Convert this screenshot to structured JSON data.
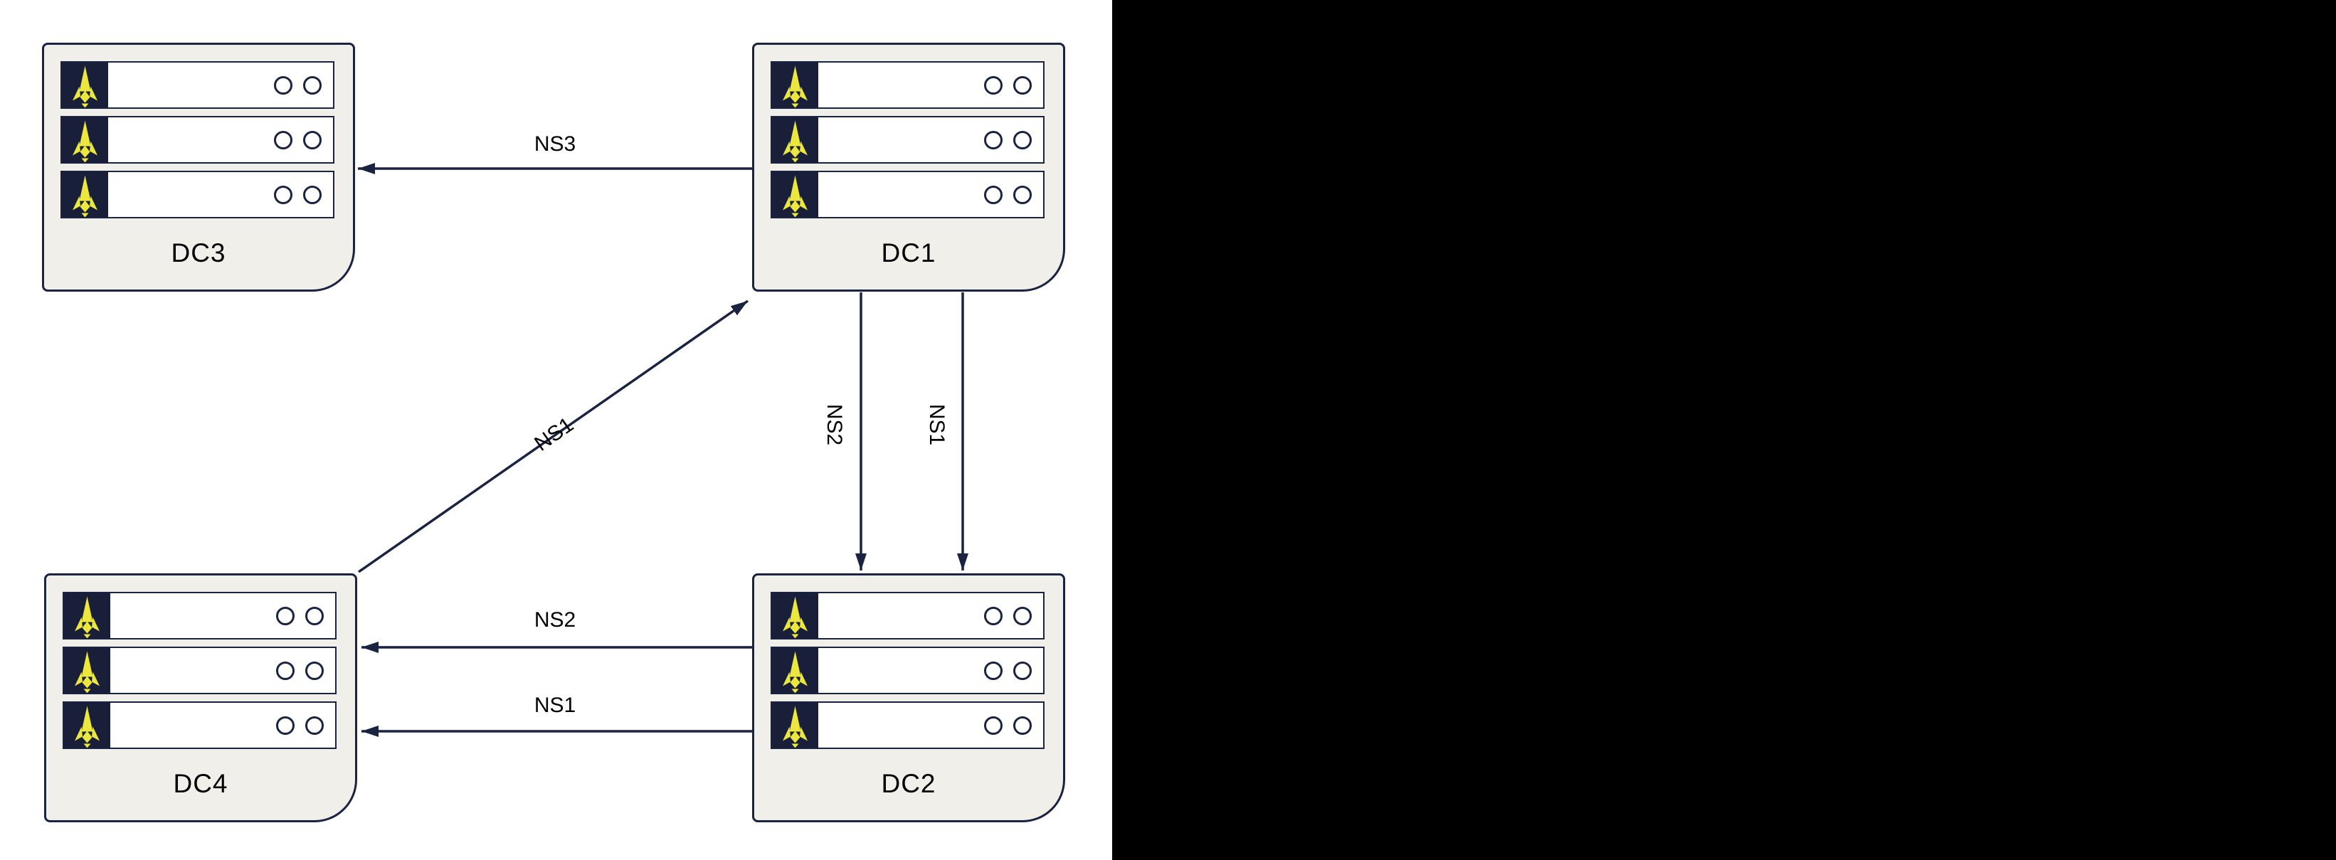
{
  "diagram": {
    "datacenters": [
      {
        "label": "DC3",
        "servers": 3
      },
      {
        "label": "DC1",
        "servers": 3
      },
      {
        "label": "DC4",
        "servers": 3
      },
      {
        "label": "DC2",
        "servers": 3
      }
    ],
    "connections": [
      {
        "label": "NS3",
        "from": "DC1",
        "to": "DC3",
        "direction": "left",
        "style": "horizontal"
      },
      {
        "label": "NS1",
        "from": "DC4",
        "to": "DC1",
        "direction": "up-right",
        "style": "diagonal"
      },
      {
        "label": "NS2",
        "from": "DC1",
        "to": "DC2",
        "direction": "down",
        "style": "vertical"
      },
      {
        "label": "NS1",
        "from": "DC1",
        "to": "DC2",
        "direction": "down",
        "style": "vertical"
      },
      {
        "label": "NS2",
        "from": "DC2",
        "to": "DC4",
        "direction": "left",
        "style": "horizontal"
      },
      {
        "label": "NS1",
        "from": "DC2",
        "to": "DC4",
        "direction": "left",
        "style": "horizontal"
      }
    ],
    "icons": {
      "server": "rocket-icon"
    },
    "colors": {
      "background": "#ffffff",
      "masked_area": "#000000",
      "box_fill": "#f0efe9",
      "outline": "#1a2340",
      "icon_background": "#191f38",
      "icon_accent": "#ebe73e",
      "label_text": "#000000"
    }
  }
}
